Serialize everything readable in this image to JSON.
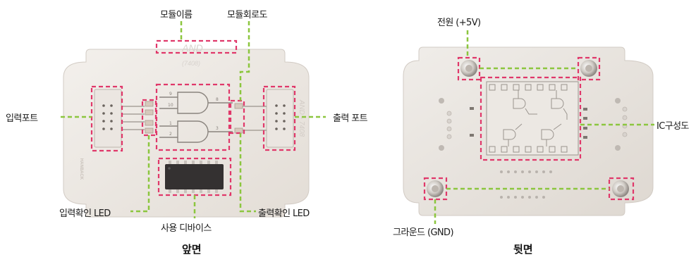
{
  "front": {
    "caption": "앞면",
    "board": {
      "module_name": "AND",
      "part_number": "(7408)",
      "side_text": "AND - 7408",
      "brand_text": "HANBACK"
    },
    "labels": {
      "module_name": "모듈이름",
      "module_circuit": "모듈회로도",
      "input_port": "입력포트",
      "output_port": "출력 포트",
      "input_led": "입력확인 LED",
      "device": "사용 디바이스",
      "output_led": "출력확인 LED"
    }
  },
  "back": {
    "caption": "뒷면",
    "labels": {
      "power": "전원 (+5V)",
      "ic_layout": "IC구성도",
      "ground": "그라운드 (GND)"
    }
  },
  "colors": {
    "callout": "#e0386a",
    "leader": "#8cc63f"
  }
}
